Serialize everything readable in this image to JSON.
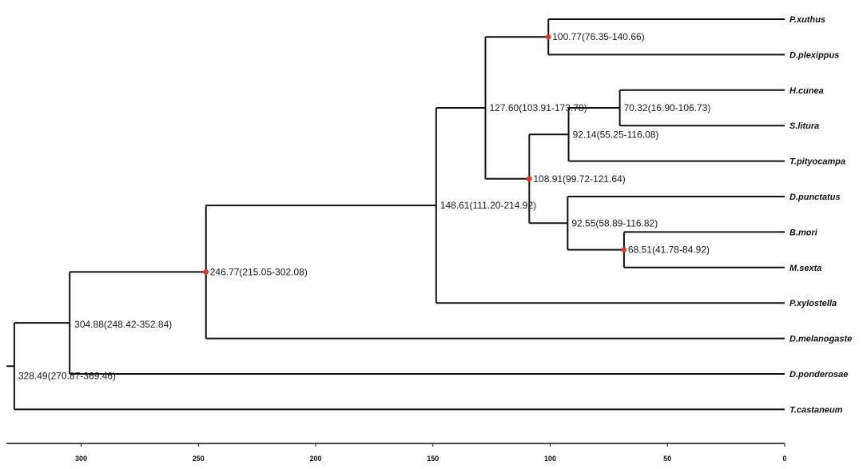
{
  "tree": {
    "calibrated_node_color": "#d9382e",
    "axis": {
      "ticks": [
        {
          "value": 300,
          "label": "300"
        },
        {
          "value": 250,
          "label": "250"
        },
        {
          "value": 200,
          "label": "200"
        },
        {
          "value": 150,
          "label": "150"
        },
        {
          "value": 100,
          "label": "100"
        },
        {
          "value": 50,
          "label": "50"
        },
        {
          "value": 0,
          "label": "0"
        }
      ]
    },
    "taxa": [
      {
        "id": "pxuthus",
        "label": "P.xuthus"
      },
      {
        "id": "dplexippus",
        "label": "D.plexippus"
      },
      {
        "id": "hcunea",
        "label": "H.cunea"
      },
      {
        "id": "slitura",
        "label": "S.litura"
      },
      {
        "id": "tpityocampa",
        "label": "T.pityocampa"
      },
      {
        "id": "dpunctatus",
        "label": "D.punctatus"
      },
      {
        "id": "bmori",
        "label": "B.mori"
      },
      {
        "id": "msexta",
        "label": "M.sexta"
      },
      {
        "id": "pxylostella",
        "label": "P.xylostella"
      },
      {
        "id": "dmelanogaste",
        "label": "D.melanogaste"
      },
      {
        "id": "dponderosae",
        "label": "D.ponderosae"
      },
      {
        "id": "tcastaneum",
        "label": "T.castaneum"
      }
    ],
    "nodes": [
      {
        "id": "n_root",
        "age": 328.49,
        "label": "328.49(270.87-369.46)",
        "children": [
          "n_30488",
          "tcastaneum"
        ],
        "calibrated": false
      },
      {
        "id": "n_30488",
        "age": 304.88,
        "label": "304.88(248.42-352.84)",
        "children": [
          "n_24677",
          "dponderosae"
        ],
        "calibrated": false
      },
      {
        "id": "n_24677",
        "age": 246.77,
        "label": "246.77(215.05-302.08)",
        "children": [
          "n_14861",
          "dmelanogaste"
        ],
        "calibrated": true
      },
      {
        "id": "n_14861",
        "age": 148.61,
        "label": "148.61(111.20-214.92)",
        "children": [
          "n_12760",
          "pxylostella"
        ],
        "calibrated": false
      },
      {
        "id": "n_12760",
        "age": 127.6,
        "label": "127.60(103.91-173.78)",
        "children": [
          "n_10077",
          "n_10891"
        ],
        "calibrated": false
      },
      {
        "id": "n_10077",
        "age": 100.77,
        "label": "100.77(76.35-140.66)",
        "children": [
          "pxuthus",
          "dplexippus"
        ],
        "calibrated": true
      },
      {
        "id": "n_10891",
        "age": 108.91,
        "label": "108.91(99.72-121.64)",
        "children": [
          "n_9214",
          "n_9255"
        ],
        "calibrated": true
      },
      {
        "id": "n_9214",
        "age": 92.14,
        "label": "92.14(55.25-116.08)",
        "children": [
          "n_7032",
          "tpityocampa"
        ],
        "calibrated": false
      },
      {
        "id": "n_7032",
        "age": 70.32,
        "label": "70.32(16.90-106.73)",
        "children": [
          "hcunea",
          "slitura"
        ],
        "calibrated": false
      },
      {
        "id": "n_9255",
        "age": 92.55,
        "label": "92.55(58.89-116.82)",
        "children": [
          "dpunctatus",
          "n_6851"
        ],
        "calibrated": false
      },
      {
        "id": "n_6851",
        "age": 68.51,
        "label": "68.51(41.78-84.92)",
        "children": [
          "bmori",
          "msexta"
        ],
        "calibrated": true
      }
    ]
  }
}
